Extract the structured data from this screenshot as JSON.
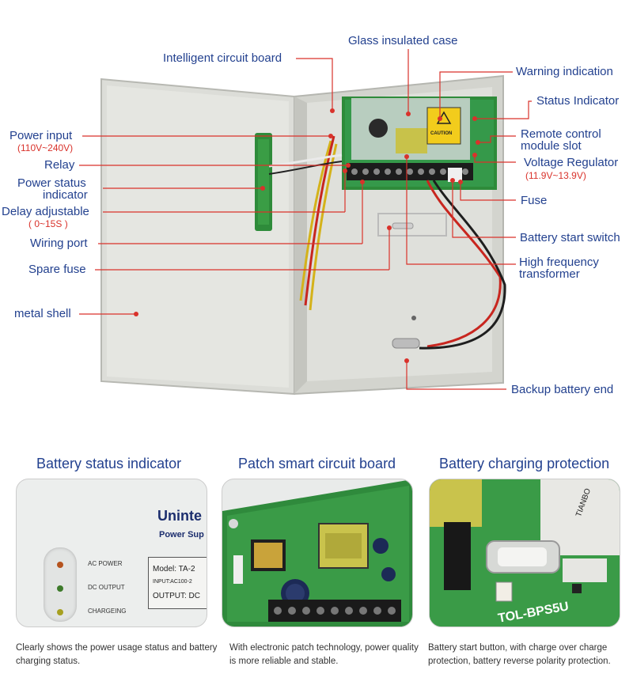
{
  "diagram": {
    "callouts_left": {
      "power_input": "Power input",
      "power_input_range": "(110V~240V)",
      "relay": "Relay",
      "power_status_indicator_1": "Power status",
      "power_status_indicator_2": "indicator",
      "delay_adjustable": "Delay adjustable",
      "delay_range": "( 0~15S )",
      "wiring_port": "Wiring port",
      "spare_fuse": "Spare fuse",
      "metal_shell": "metal shell"
    },
    "callouts_top": {
      "intelligent_circuit_board": "Intelligent circuit board",
      "glass_insulated_case": "Glass insulated case"
    },
    "callouts_right": {
      "warning_indication": "Warning indication",
      "status_indicator": "Status Indicator",
      "remote_control_1": "Remote control",
      "remote_control_2": "module slot",
      "voltage_regulator": "Voltage Regulator",
      "voltage_range": "(11.9V~13.9V)",
      "fuse": "Fuse",
      "battery_start_switch": "Battery start switch",
      "hf_transformer_1": "High frequency",
      "hf_transformer_2": "transformer",
      "backup_battery_end": "Backup battery end"
    },
    "caution_label": "CAUTION"
  },
  "features": [
    {
      "title": "Battery status indicator",
      "caption": "Clearly shows the power usage status and battery charging status.",
      "brand_text": "Uninte",
      "brand_sub": "Power Sup",
      "led_labels": [
        "AC POWER",
        "DC OUTPUT",
        "CHARGEING"
      ],
      "model": "Model: TA-2",
      "input": "INPUT:AC100-2",
      "output": "OUTPUT: DC"
    },
    {
      "title": "Patch smart circuit board",
      "caption": "With electronic patch technology, power quality is more reliable and stable."
    },
    {
      "title": "Battery charging protection",
      "caption": "Battery start button, with charge over charge protection, battery reverse polarity protection.",
      "board_text": "TOL-BPS5U",
      "relay_text": "TIANBO"
    }
  ],
  "colors": {
    "label_blue": "#23418f",
    "callout_red": "#d9322b",
    "pcb_green": "#2e8b3a",
    "shell_gray": "#d9dad5"
  }
}
